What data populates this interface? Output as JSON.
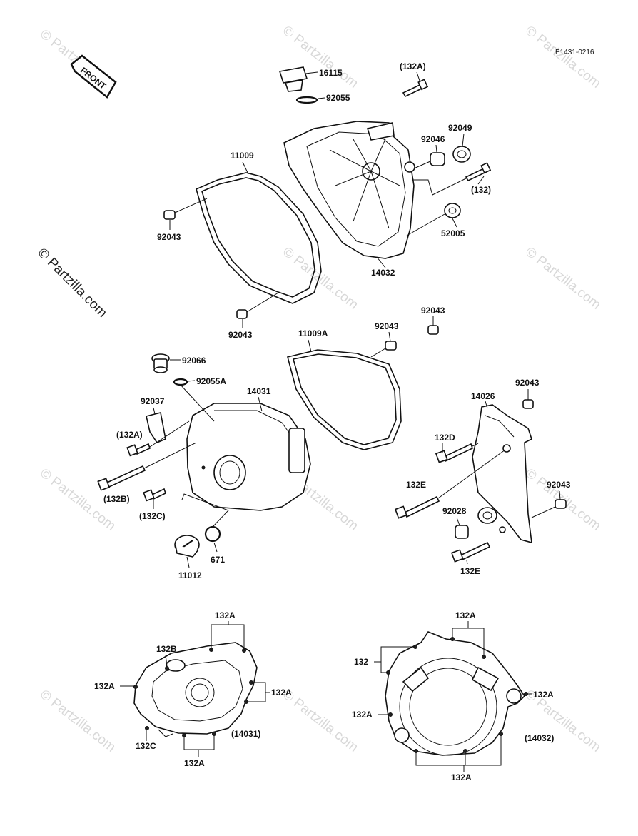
{
  "diagram_code": "E1431-0216",
  "front_arrow_label": "FRONT",
  "watermark": "© Partzilla.com",
  "side_watermark": "© Partzilla.com",
  "parts": {
    "p16115": "16115",
    "p92055": "92055",
    "p132A_top": "(132A)",
    "p92049": "92049",
    "p92046": "92046",
    "p132_right": "(132)",
    "p11009": "11009",
    "p92043_a": "92043",
    "p52005": "52005",
    "p14032": "14032",
    "p92043_b": "92043",
    "p92043_c": "92043",
    "p92043_d": "92043",
    "p11009A": "11009A",
    "p92066": "92066",
    "p92055A": "92055A",
    "p92037": "92037",
    "p14031": "14031",
    "p132A_mid": "(132A)",
    "p132B": "(132B)",
    "p132C": "(132C)",
    "p671": "671",
    "p11012": "11012",
    "p14026": "14026",
    "p92043_e": "92043",
    "p132D": "132D",
    "p132E_a": "132E",
    "p92028": "92028",
    "p92043_f": "92043",
    "p132E_b": "132E"
  },
  "bottom_left": {
    "top_label": "132A",
    "b_label": "132B",
    "left_label": "132A",
    "right_label": "132A",
    "c_label": "132C",
    "bottom_label": "132A",
    "cover_ref": "(14031)"
  },
  "bottom_right": {
    "top_label": "132A",
    "left_label": "132",
    "mid_left_label": "132A",
    "right_label": "132A",
    "bottom_label": "132A",
    "cover_ref": "(14032)"
  }
}
